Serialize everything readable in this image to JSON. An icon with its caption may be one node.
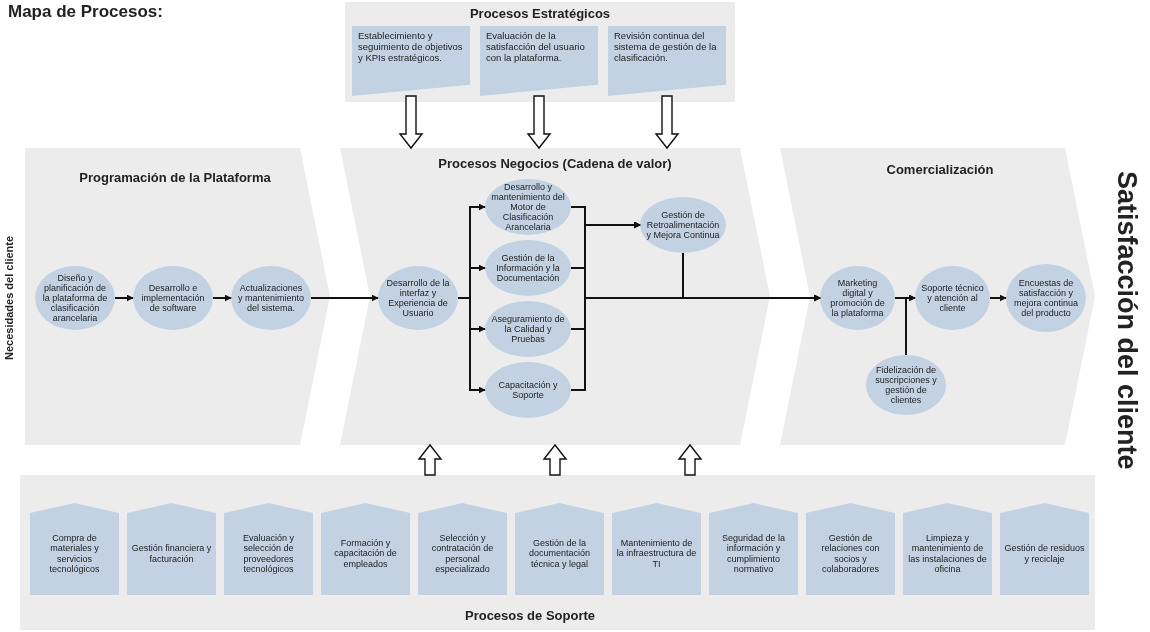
{
  "diagram": {
    "title": "Mapa de Procesos:",
    "nodes": [
      {
        "text": [
          "Procesos Estratégicos"
        ]
      },
      {
        "text": [
          "Establecimiento y seguimiento de objetivos y KPIs estratégicos."
        ],
        "in": 0
      },
      {
        "text": [
          "Evaluación de la satisfacción del usuario con la plataforma."
        ],
        "in": 0
      },
      {
        "text": [
          "Revisión continua del sistema de gestión de la clasificación."
        ],
        "in": 0
      },
      {
        "text": [
          "Programación de la Plataforma"
        ]
      },
      {
        "text": [
          "Diseño y planificación de la plataforma de clasificación arancelaria"
        ],
        "in": 4
      },
      {
        "text": [
          "Desarrollo e implementación de software"
        ],
        "in": 4
      },
      {
        "text": [
          "Actualizaciones y mantenimiento del sistema."
        ],
        "in": 4
      },
      {
        "text": [
          "Procesos Negocios (Cadena de valor)"
        ]
      },
      {
        "text": [
          "Desarrollo de la interfaz y Experiencia de Usuario"
        ],
        "in": 8
      },
      {
        "text": [
          "Desarrollo y mantenimiento del Motor de Clasificación Arancelaria"
        ],
        "in": 8
      },
      {
        "text": [
          "Gestión de la Información y la Documentación"
        ],
        "in": 8
      },
      {
        "text": [
          "Aseguramiento de la Calidad y Pruebas"
        ],
        "in": 8
      },
      {
        "text": [
          "Capacitación y Soporte"
        ],
        "in": 8
      },
      {
        "text": [
          "Gestión de Retroalimentación y Mejora Continua"
        ],
        "in": 8
      },
      {
        "text": [
          "Comercialización"
        ]
      },
      {
        "text": [
          "Marketing digital y promoción de la plataforma"
        ],
        "in": 15
      },
      {
        "text": [
          "Soporte técnico y atención al cliente"
        ],
        "in": 15
      },
      {
        "text": [
          "Encuestas de satisfacción y mejora continua del producto"
        ],
        "in": 15
      },
      {
        "text": [
          "Fidelización de suscripciones y gestión de clientes"
        ],
        "in": 15
      },
      {
        "text": [
          "Procesos de Soporte"
        ]
      },
      {
        "text": [
          "Compra de materiales y servicios tecnológicos"
        ],
        "in": 20
      },
      {
        "text": [
          "Gestión financiera y facturación"
        ],
        "in": 20
      },
      {
        "text": [
          "Evaluación y selección de proveedores tecnológicos"
        ],
        "in": 20
      },
      {
        "text": [
          "Formación y capacitación de empleados"
        ],
        "in": 20
      },
      {
        "text": [
          "Selección y contratación de personal especializado"
        ],
        "in": 20
      },
      {
        "text": [
          "Gestión de la documentación técnica y legal"
        ],
        "in": 20
      },
      {
        "text": [
          "Mantenimiento de la infraestructura de TI"
        ],
        "in": 20
      },
      {
        "text": [
          "Seguridad de la información y cumplimiento normativo"
        ],
        "in": 20
      },
      {
        "text": [
          "Gestión de relaciones con socios y colaboradores"
        ],
        "in": 20
      },
      {
        "text": [
          "Limpieza y mantenimiento de las instalaciones de oficina"
        ],
        "in": 20
      },
      {
        "text": [
          "Gestión de residuos y reciclaje"
        ],
        "in": 20
      }
    ],
    "edges": [
      {
        "from": 1,
        "to": 8,
        "arrow": "to"
      },
      {
        "from": 2,
        "to": 8,
        "arrow": "to"
      },
      {
        "from": 3,
        "to": 8,
        "arrow": "to"
      },
      {
        "from": 5,
        "to": 6,
        "arrow": "to"
      },
      {
        "from": 6,
        "to": 7,
        "arrow": "to"
      },
      {
        "from": 7,
        "to": 9,
        "arrow": "to"
      },
      {
        "from": 9,
        "to": 10,
        "arrow": "to"
      },
      {
        "from": 9,
        "to": 11,
        "arrow": "to"
      },
      {
        "from": 9,
        "to": 12,
        "arrow": "to"
      },
      {
        "from": 9,
        "to": 13,
        "arrow": "to"
      },
      {
        "from": 10,
        "to": 14,
        "arrow": "to"
      },
      {
        "from": 11,
        "to": 14,
        "arrow": "to"
      },
      {
        "from": 12,
        "to": 14,
        "arrow": "to"
      },
      {
        "from": 13,
        "to": 14,
        "arrow": "to"
      },
      {
        "from": 10,
        "to": 16,
        "arrow": "to"
      },
      {
        "from": 11,
        "to": 16,
        "arrow": "to"
      },
      {
        "from": 12,
        "to": 16,
        "arrow": "to"
      },
      {
        "from": 13,
        "to": 16,
        "arrow": "to"
      },
      {
        "from": 14,
        "to": 16,
        "arrow": "to"
      },
      {
        "from": 16,
        "to": 17,
        "arrow": "to"
      },
      {
        "from": 19,
        "to": 17,
        "arrow": "to"
      },
      {
        "from": 17,
        "to": 18,
        "arrow": "to"
      },
      {
        "from": 20,
        "to": 8,
        "arrow": "to"
      },
      {
        "from": 20,
        "to": 8,
        "arrow": "to"
      },
      {
        "from": 20,
        "to": 8,
        "arrow": "to"
      }
    ],
    "labels": [
      "Necesidades del cliente",
      "Satisfacción del cliente"
    ]
  }
}
